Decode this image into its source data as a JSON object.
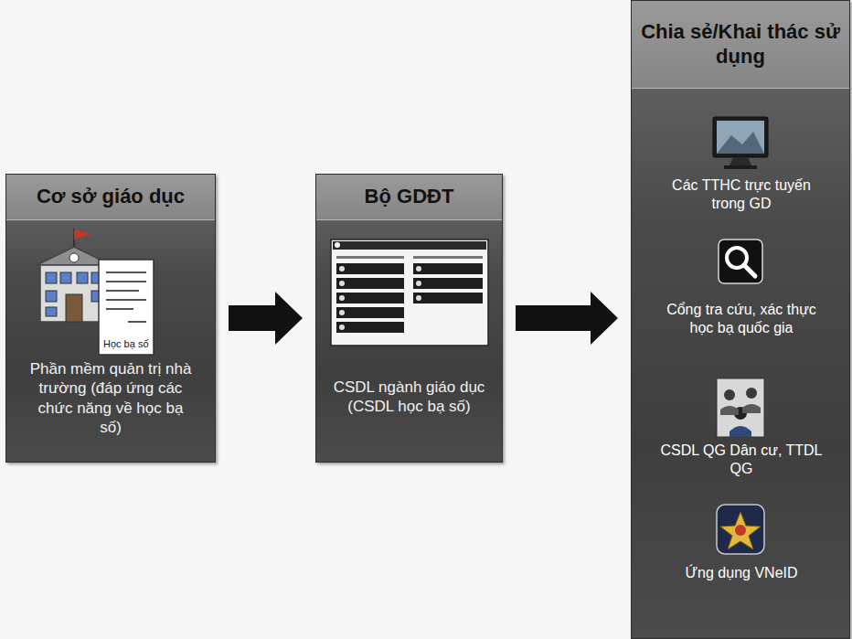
{
  "diagram": {
    "nodes": [
      {
        "text": [
          "Cơ sở giáo dục",
          "Phần mềm quản trị nhà trường (đáp ứng các chức năng về học bạ số)"
        ]
      },
      {
        "text": [
          "Bộ GDĐT",
          "CSDL ngành giáo dục (CSDL học bạ số)"
        ]
      },
      {
        "text": [
          "Chia sẻ/Khai thác sử dụng"
        ]
      },
      {
        "text": [
          "Các TTHC trực tuyến trong GD"
        ],
        "in": 2
      },
      {
        "text": [
          "Cổng tra cứu, xác thực học bạ quốc gia"
        ],
        "in": 2
      },
      {
        "text": [
          "CSDL QG Dân cư, TTDL QG"
        ],
        "in": 2
      },
      {
        "text": [
          "Ứng dụng VNeID"
        ],
        "in": 2
      }
    ],
    "edges": [
      {
        "from": 0,
        "to": 1,
        "arrow": "to"
      },
      {
        "from": 1,
        "to": 2,
        "arrow": "to"
      }
    ],
    "labels": [
      "Học bạ số"
    ]
  }
}
